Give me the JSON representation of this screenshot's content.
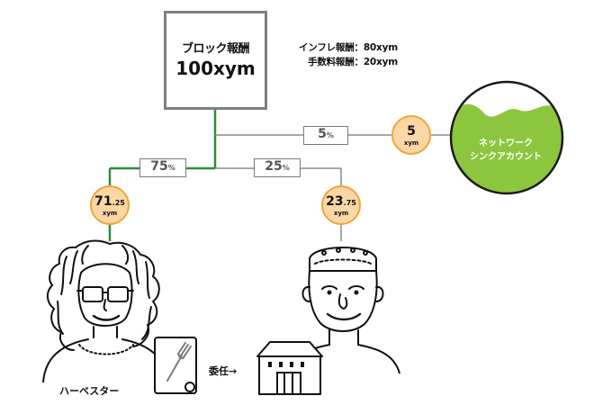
{
  "block": {
    "title": "ブロック報酬",
    "amount": "100xym"
  },
  "breakdown": [
    {
      "label": "インフレ報酬：80xym"
    },
    {
      "label": "手数料報酬：20xym"
    }
  ],
  "splits": {
    "harvester": {
      "pct": "75",
      "unit": "%"
    },
    "node": {
      "pct": "25",
      "unit": "%"
    },
    "network": {
      "pct": "5",
      "unit": "%"
    }
  },
  "rewards": {
    "harvester": {
      "int": "71",
      "dec": ".25",
      "cur": "xym"
    },
    "node": {
      "int": "23",
      "dec": ".75",
      "cur": "xym"
    },
    "network": {
      "int": "5",
      "dec": "",
      "cur": "xym"
    }
  },
  "network_sink": {
    "line1": "ネットワーク",
    "line2": "シンクアカウント"
  },
  "harvester_label": "ハーベスター",
  "delegate_label": "委任→",
  "colors": {
    "green_line": "#2e8b3d",
    "gray_line": "#8a8a8a",
    "coin_fill": "#fbd7a6",
    "coin_border": "#f2a33a",
    "sink_green": "#8cc63f"
  },
  "icons": [
    "fork-card-icon",
    "node-building-icon",
    "harvester-portrait",
    "node-operator-portrait"
  ]
}
